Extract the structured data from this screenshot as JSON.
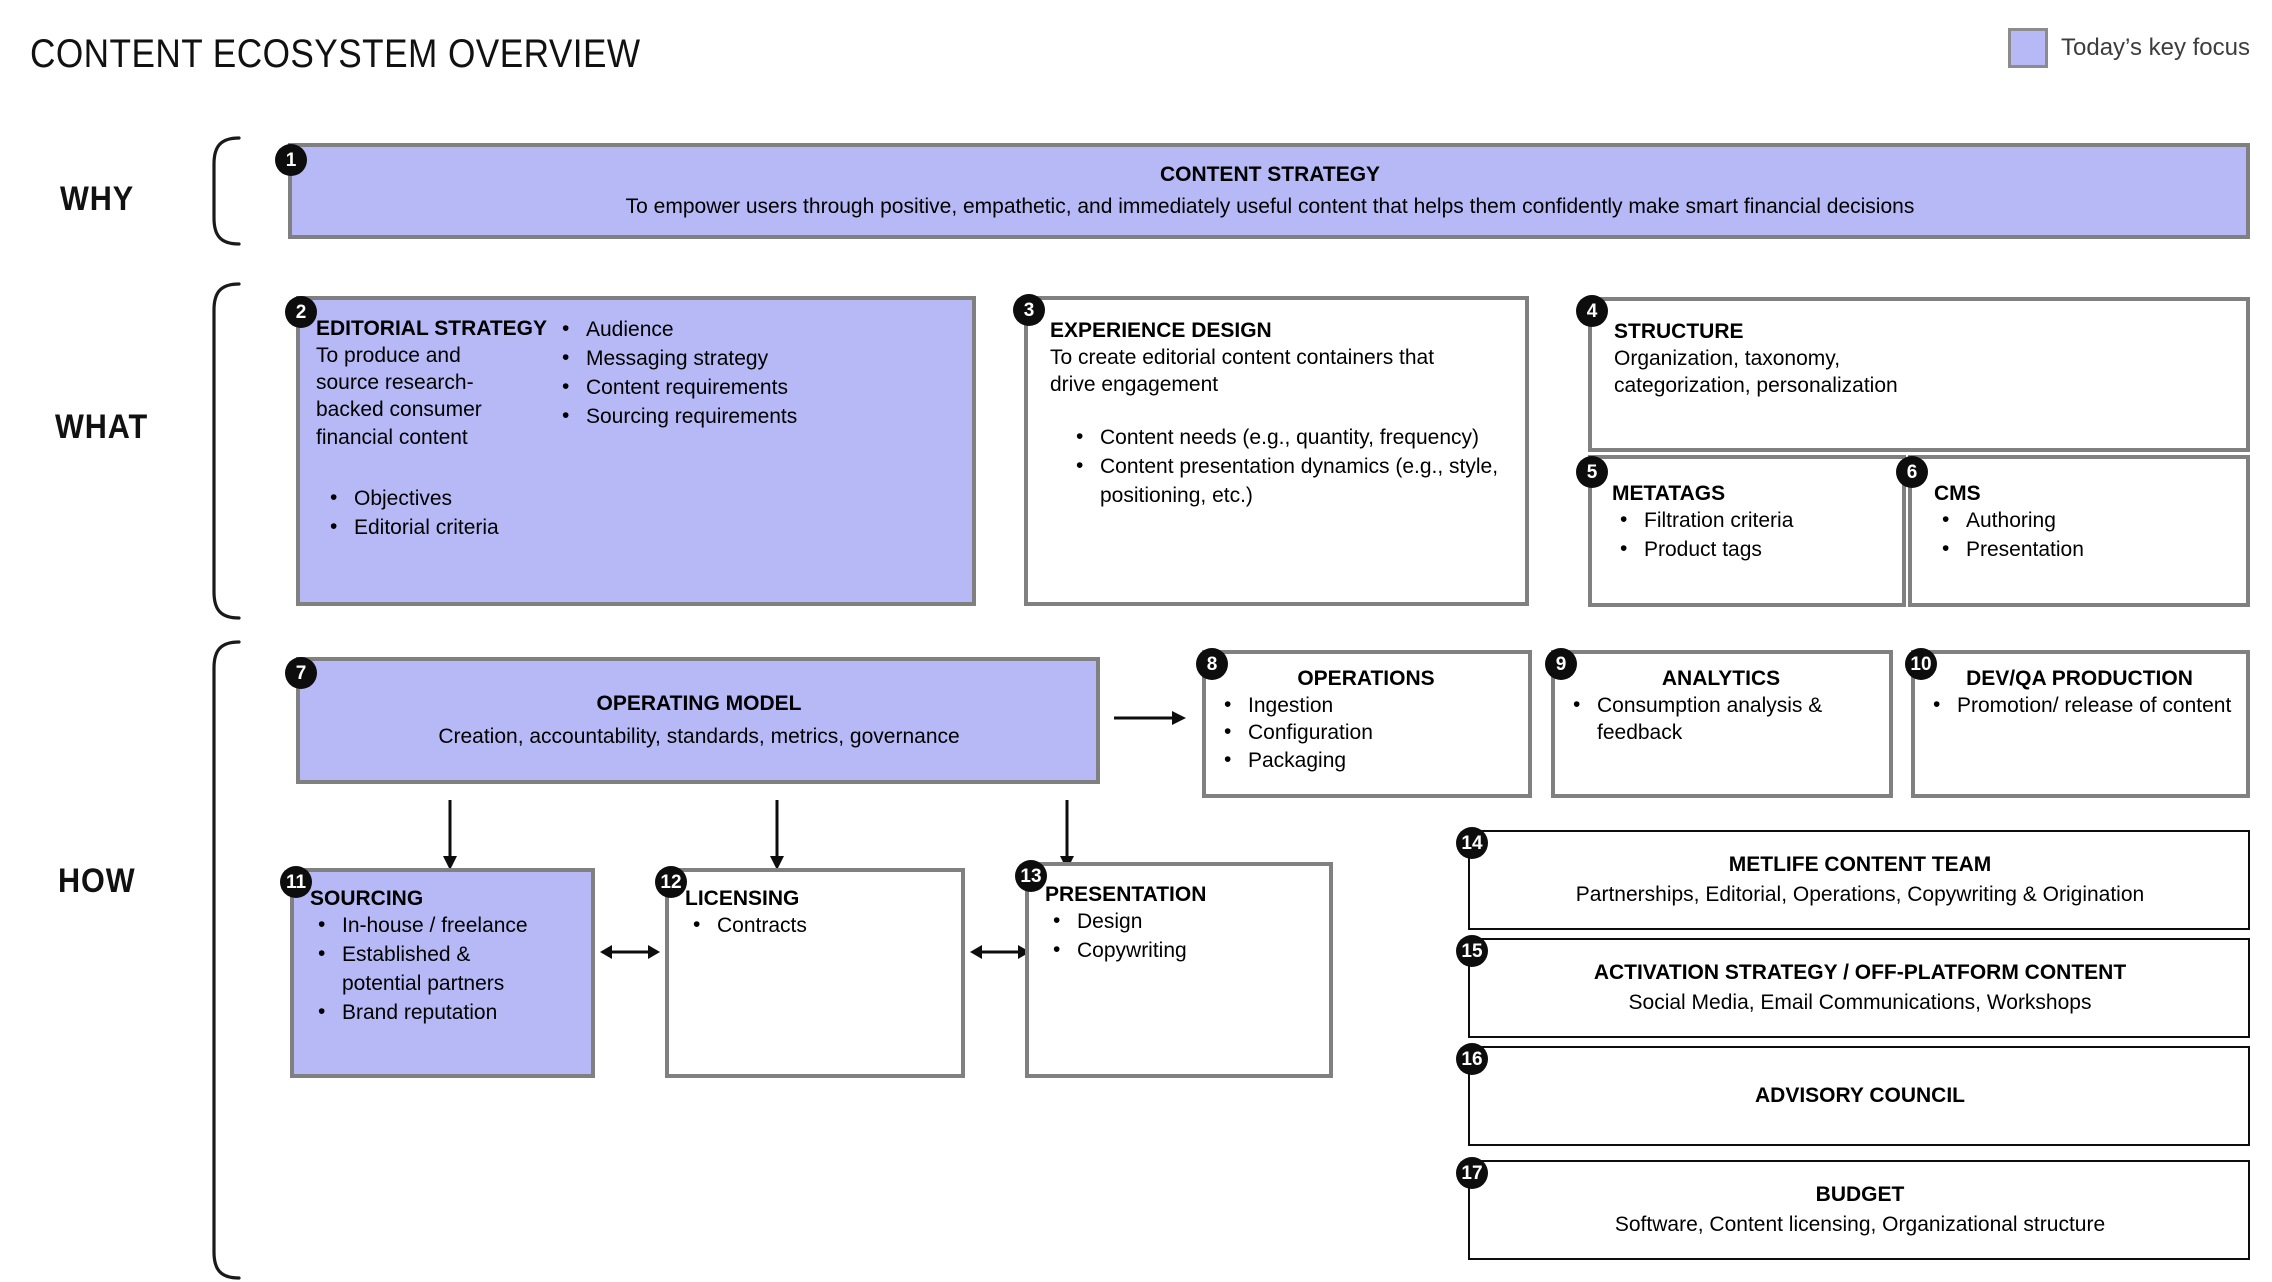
{
  "title": "CONTENT ECOSYSTEM OVERVIEW",
  "legend": {
    "label": "Today’s key focus",
    "swatch_color": "#b6b9f5"
  },
  "colors": {
    "highlight_fill": "#b6b9f5",
    "box_border": "#808080",
    "thin_box_border": "#0d0d0d",
    "badge_fill": "#0d0d0d",
    "text": "#000000"
  },
  "rows": [
    {
      "label": "WHY"
    },
    {
      "label": "WHAT"
    },
    {
      "label": "HOW"
    }
  ],
  "boxes": {
    "content_strategy": {
      "number": "1",
      "title": "CONTENT STRATEGY",
      "subtitle": "To empower users through positive, empathetic, and immediately useful content that helps them confidently make smart financial decisions"
    },
    "editorial_strategy": {
      "number": "2",
      "title": "EDITORIAL STRATEGY",
      "subtitle": "To produce and source research-backed consumer financial content",
      "left_bullets": [
        "Objectives",
        "Editorial criteria"
      ],
      "right_bullets": [
        "Audience",
        "Messaging strategy",
        "Content requirements",
        "Sourcing requirements"
      ]
    },
    "experience_design": {
      "number": "3",
      "title": "EXPERIENCE DESIGN",
      "subtitle": "To create editorial content containers that drive engagement",
      "bullets": [
        "Content needs (e.g., quantity, frequency)",
        "Content presentation dynamics (e.g., style, positioning, etc.)"
      ]
    },
    "structure": {
      "number": "4",
      "title": "STRUCTURE",
      "subtitle": "Organization, taxonomy, categorization, personalization"
    },
    "metatags": {
      "number": "5",
      "title": "METATAGS",
      "bullets": [
        "Filtration criteria",
        "Product tags"
      ]
    },
    "cms": {
      "number": "6",
      "title": "CMS",
      "bullets": [
        "Authoring",
        "Presentation"
      ]
    },
    "operating_model": {
      "number": "7",
      "title": "OPERATING MODEL",
      "subtitle": "Creation, accountability, standards, metrics, governance"
    },
    "operations": {
      "number": "8",
      "title": "OPERATIONS",
      "bullets": [
        "Ingestion",
        "Configuration",
        "Packaging"
      ]
    },
    "analytics": {
      "number": "9",
      "title": "ANALYTICS",
      "bullets": [
        "Consumption analysis & feedback"
      ]
    },
    "dev_qa_production": {
      "number": "10",
      "title": "DEV/QA PRODUCTION",
      "bullets": [
        "Promotion/ release of content"
      ]
    },
    "sourcing": {
      "number": "11",
      "title": "SOURCING",
      "bullets": [
        "In-house / freelance",
        "Established & potential partners",
        "Brand reputation"
      ]
    },
    "licensing": {
      "number": "12",
      "title": "LICENSING",
      "bullets": [
        "Contracts"
      ]
    },
    "presentation": {
      "number": "13",
      "title": "PRESENTATION",
      "bullets": [
        "Design",
        "Copywriting"
      ]
    },
    "metlife_content_team": {
      "number": "14",
      "title": "METLIFE CONTENT TEAM",
      "subtitle": "Partnerships, Editorial, Operations, Copywriting & Origination"
    },
    "activation_strategy": {
      "number": "15",
      "title": "ACTIVATION STRATEGY / OFF-PLATFORM CONTENT",
      "subtitle": "Social Media, Email Communications, Workshops"
    },
    "advisory_council": {
      "number": "16",
      "title": "ADVISORY COUNCIL",
      "subtitle": ""
    },
    "budget": {
      "number": "17",
      "title": "BUDGET",
      "subtitle": "Software, Content licensing, Organizational structure"
    }
  }
}
